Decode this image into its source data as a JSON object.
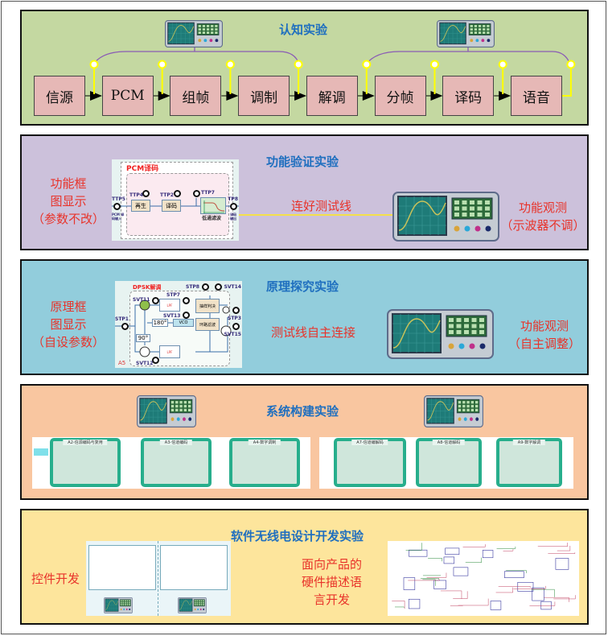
{
  "sections": {
    "cognitive": {
      "title": "认知实验",
      "chain": [
        "信源",
        "PCM",
        "组帧",
        "调制",
        "解调",
        "分帧",
        "译码",
        "语音"
      ]
    },
    "verification": {
      "title": "功能验证实验",
      "left_text": "功能框\n图显示\n（参数不改）",
      "middle_text": "连好测试线",
      "right_text": "功能观测\n（示波器不调）",
      "thumb": {
        "title": "PCM译码",
        "blocks": [
          "再生",
          "译码",
          "低通滤波"
        ],
        "test_points": [
          "TTP5",
          "TTP4",
          "TTP2",
          "TTP7",
          "TP8"
        ],
        "in_label": "PCM 译码输入",
        "out_label": "译码输出"
      }
    },
    "principle": {
      "title": "原理探究实验",
      "left_text": "原理框\n图显示\n（自设参数）",
      "middle_text": "测试线自主连接",
      "right_text": "功能观测\n（自主调整）",
      "thumb": {
        "title": "DPSK解调",
        "blocks": [
          "180°",
          "90°",
          "VCO",
          "抽样判决",
          "环路滤波",
          "LPF",
          "LPF"
        ],
        "test_points": [
          "STP1",
          "SVT11",
          "STP7",
          "STP8",
          "SVT14",
          "SVT13",
          "SVT12",
          "STP3",
          "SVT15"
        ],
        "corner": "A5"
      }
    },
    "system": {
      "title": "系统构建实验",
      "panels": [
        "A2-信源编码与复用",
        "A3-信道编码",
        "A4-数字调制",
        "A7-信道编解码",
        "A8-信道解码",
        "A9-数字解调"
      ]
    },
    "sdr": {
      "title": "软件无线电设计开发实验",
      "left_text": "控件开发",
      "right_text": "面向产品的\n硬件描述语\n言开发"
    }
  },
  "colors": {
    "title": "#1f6fbf",
    "annotation": "#e8332a",
    "box": "#e6b8b6",
    "tap": "#ffff00",
    "probe": "#8a5bb5"
  }
}
